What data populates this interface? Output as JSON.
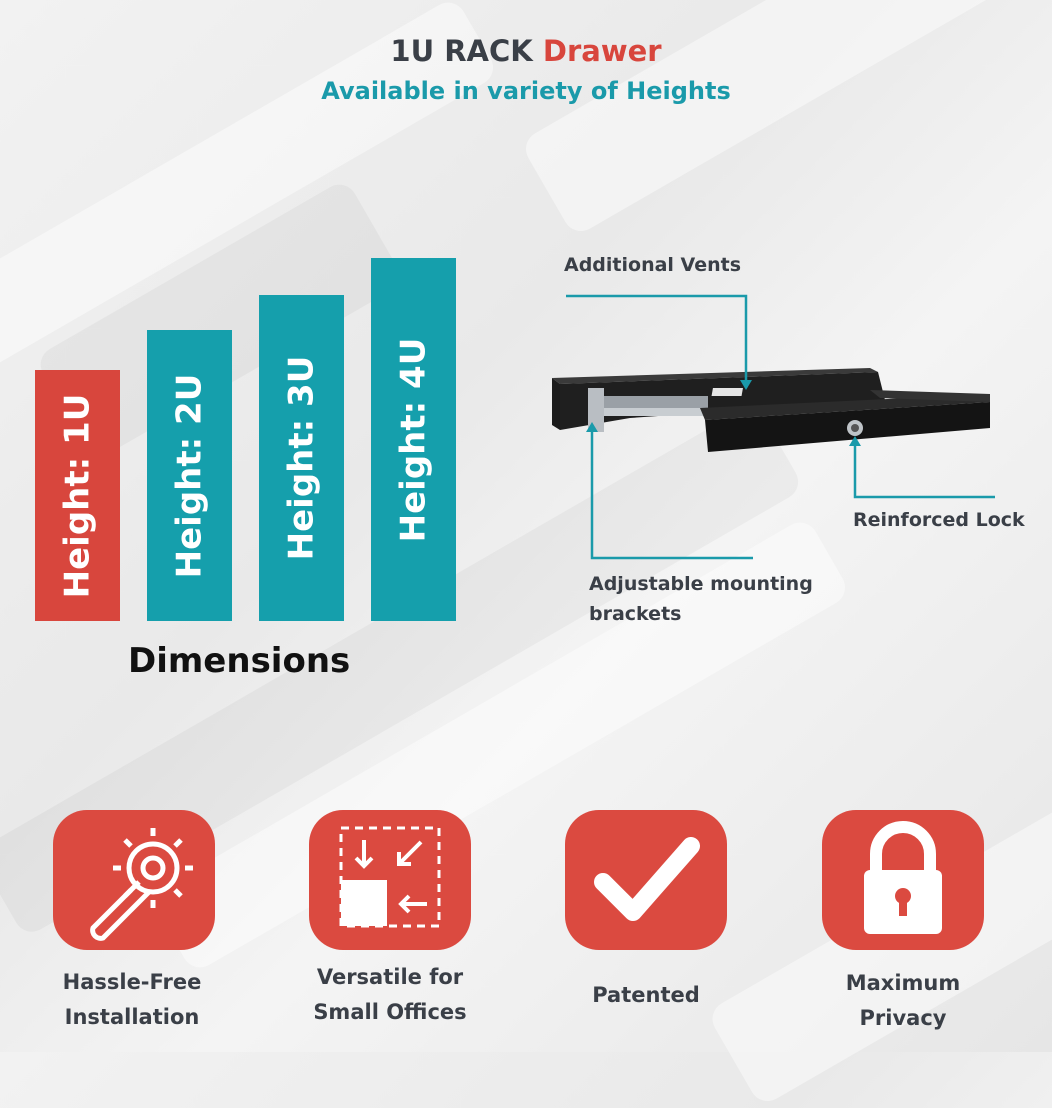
{
  "header": {
    "title_prefix": "1U RACK",
    "title_accent": "Drawer",
    "subtitle": "Available in variety of Heights"
  },
  "heights": {
    "bars": [
      {
        "label": "Height: 1U",
        "color": "#d8463d"
      },
      {
        "label": "Height: 2U",
        "color": "#159fac"
      },
      {
        "label": "Height: 3U",
        "color": "#159fac"
      },
      {
        "label": "Height: 4U",
        "color": "#159fac"
      }
    ],
    "caption": "Dimensions"
  },
  "drawer_callouts": {
    "vents": "Additional Vents",
    "lock": "Reinforced Lock",
    "brackets_line1": "Adjustable mounting",
    "brackets_line2": "brackets"
  },
  "features": [
    {
      "icon": "wrench-gear-icon",
      "line1": "Hassle-Free",
      "line2": "Installation"
    },
    {
      "icon": "resize-arrows-icon",
      "line1": "Versatile for",
      "line2": "Small Offices"
    },
    {
      "icon": "checkmark-icon",
      "line1": "Patented",
      "line2": ""
    },
    {
      "icon": "padlock-icon",
      "line1": "Maximum",
      "line2": "Privacy"
    }
  ],
  "colors": {
    "red": "#d8463d",
    "teal": "#159fac",
    "text": "#3a3f47"
  }
}
